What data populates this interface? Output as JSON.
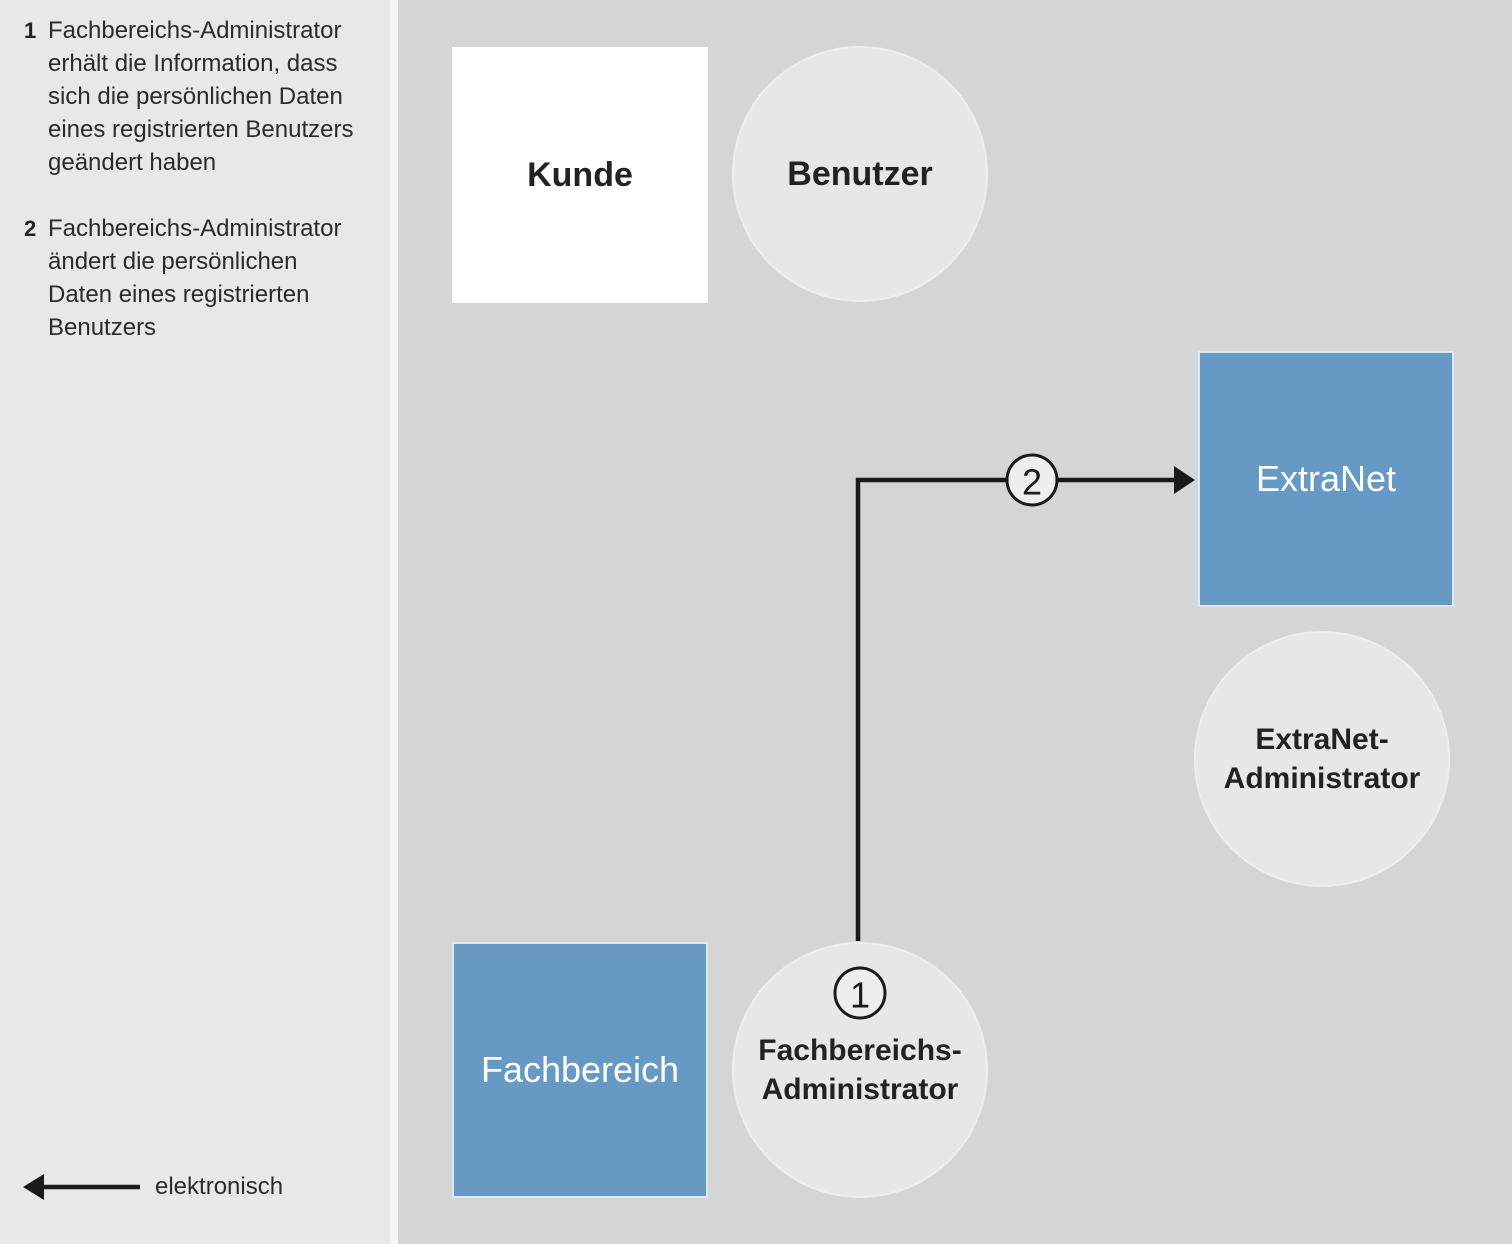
{
  "colors": {
    "left_panel": "#e7e8e7",
    "right_panel": "#d4d5d4",
    "divider": "#f6f6f6",
    "node_white": "#ffffff",
    "node_blue": "#6699c4",
    "node_blue_border": "#dfe7ef",
    "role_circle": "#e6e7e6",
    "role_circle_border": "#eeeeee",
    "line": "#1a1a1a",
    "text_dark": "#222222",
    "text_light": "#ffffff",
    "marker_fill": "#eeeeee"
  },
  "legend": {
    "steps": [
      {
        "number": "1",
        "lines": [
          "Fachbereichs-Administrator",
          "erhält die Information, dass",
          "sich die persönlichen Daten",
          "eines registrierten Benutzers",
          "geändert haben"
        ]
      },
      {
        "number": "2",
        "lines": [
          "Fachbereichs-Administrator",
          "ändert die persönlichen",
          "Daten eines registrierten",
          "Benutzers"
        ]
      }
    ],
    "arrow_label": "elektronisch"
  },
  "nodes": {
    "kunde": {
      "label": "Kunde"
    },
    "benutzer": {
      "label": "Benutzer"
    },
    "extranet": {
      "label": "ExtraNet"
    },
    "extranet_admin": {
      "lines": [
        "ExtraNet-",
        "Administrator"
      ]
    },
    "fachbereich": {
      "label": "Fachbereich"
    },
    "fachbereichs_admin": {
      "step": "1",
      "lines": [
        "Fachbereichs-",
        "Administrator"
      ]
    }
  },
  "connector": {
    "step": "2"
  }
}
